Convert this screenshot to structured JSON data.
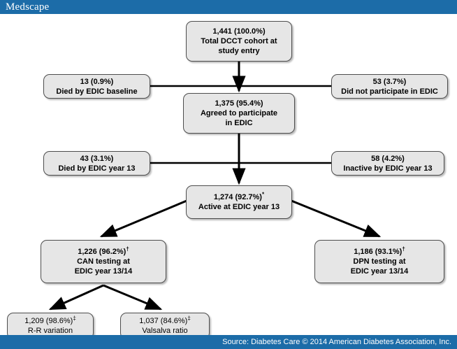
{
  "header": {
    "brand": "Medscape",
    "brand_color": "#1c6ca8"
  },
  "footer": {
    "source": "Source: Diabetes Care © 2014 American Diabetes Association, Inc.",
    "bar_color": "#1c6ca8"
  },
  "diagram": {
    "type": "flowchart",
    "node_fill": "#e6e6e6",
    "node_border": "#4d4d4d",
    "edge_color": "#000000",
    "nodes": {
      "total": {
        "line1": "1,441 (100.0%)",
        "line2": "Total DCCT cohort at",
        "line3": "study entry",
        "count": 1441,
        "percent": "100.0%"
      },
      "died_baseline": {
        "line1": "13 (0.9%)",
        "line2": "Died by EDIC baseline",
        "count": 13,
        "percent": "0.9%"
      },
      "not_participate": {
        "line1": "53 (3.7%)",
        "line2": "Did not participate in EDIC",
        "count": 53,
        "percent": "3.7%"
      },
      "agreed": {
        "line1": "1,375 (95.4%)",
        "line2": "Agreed to participate",
        "line3": "in EDIC",
        "count": 1375,
        "percent": "95.4%"
      },
      "died_year13": {
        "line1": "43 (3.1%)",
        "line2": "Died by EDIC year 13",
        "count": 43,
        "percent": "3.1%"
      },
      "inactive_year13": {
        "line1": "58 (4.2%)",
        "line2": "Inactive by EDIC year 13",
        "count": 58,
        "percent": "4.2%"
      },
      "active": {
        "line1": "1,274 (92.7%)",
        "marker": "*",
        "line2": "Active at EDIC year 13",
        "count": 1274,
        "percent": "92.7%"
      },
      "can": {
        "line1": "1,226 (96.2%)",
        "marker": "†",
        "line2": "CAN testing at",
        "line3": "EDIC year 13/14",
        "count": 1226,
        "percent": "96.2%"
      },
      "dpn": {
        "line1": "1,186 (93.1%)",
        "marker": "†",
        "line2": "DPN testing at",
        "line3": "EDIC year 13/14",
        "count": 1186,
        "percent": "93.1%"
      },
      "rr_variation": {
        "line1": "1,209 (98.6%)",
        "marker": "‡",
        "line2": "R-R variation",
        "count": 1209,
        "percent": "98.6%"
      },
      "valsalva": {
        "line1": "1,037 (84.6%)",
        "marker": "‡",
        "line2": "Valsalva ratio",
        "count": 1037,
        "percent": "84.6%"
      }
    }
  }
}
